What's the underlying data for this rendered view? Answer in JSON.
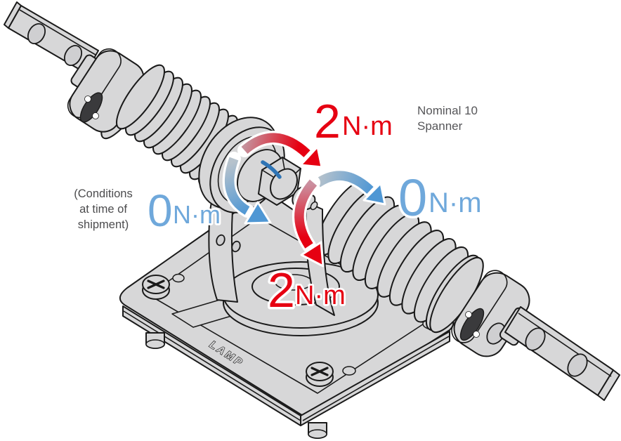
{
  "figure": {
    "type": "technical-illustration",
    "subject": "torque hinge unit with springs on base plate",
    "product_brand": "LAMP",
    "torque_labels": [
      {
        "id": "upper-tightening",
        "value": "2",
        "unit": "N·m",
        "color": "#e60012"
      },
      {
        "id": "left-shipment",
        "value": "0",
        "unit": "N·m",
        "color": "#6fa8db"
      },
      {
        "id": "right-shipment",
        "value": "0",
        "unit": "N·m",
        "color": "#6fa8db"
      },
      {
        "id": "lower-tightening",
        "value": "2",
        "unit": "N·m",
        "color": "#e60012"
      }
    ],
    "notes": {
      "tool": {
        "line1": "Nominal 10",
        "line2": "Spanner"
      },
      "conditions": {
        "line1": "(Conditions",
        "line2": "at time of",
        "line3": "shipment)"
      }
    },
    "rotation_arrows": [
      {
        "id": "hub-red",
        "color": "#e60012",
        "meaning": "tighten 2 N·m"
      },
      {
        "id": "hub-blue",
        "color": "#4f97d4",
        "meaning": "0 N·m at shipment"
      },
      {
        "id": "shaft-blue",
        "color": "#4f97d4",
        "meaning": "0 N·m at shipment"
      },
      {
        "id": "shaft-red",
        "color": "#e60012",
        "meaning": "tighten 2 N·m"
      }
    ],
    "colors": {
      "red": "#e60012",
      "blue_text": "#6fa8db",
      "blue_arrow": "#4f97d4",
      "line": "#1a1a1a",
      "metal_fill": "#d7d7d8",
      "note_text": "#565659"
    }
  }
}
